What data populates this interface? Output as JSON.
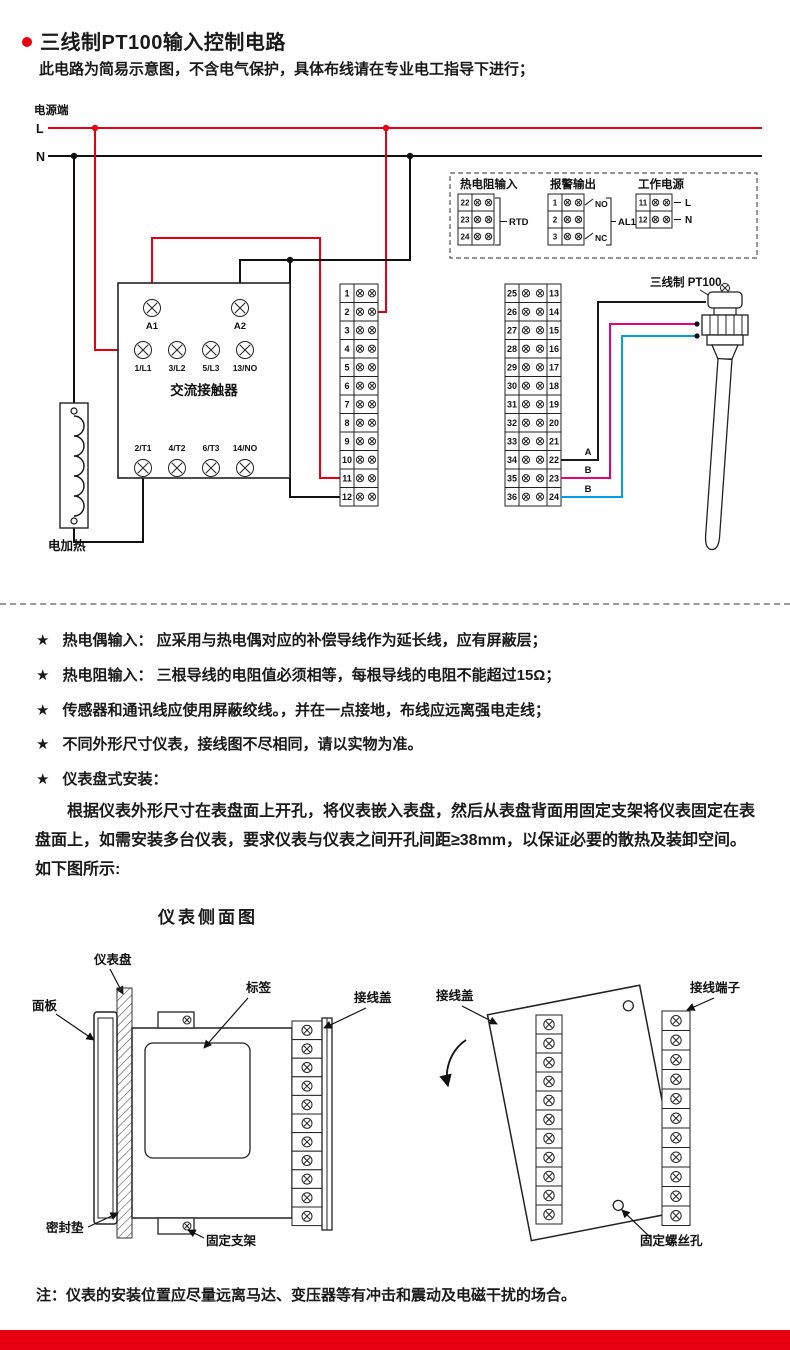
{
  "page": {
    "title": "三线制PT100输入控制电路",
    "subtitle": "此电路为简易示意图，不含电气保护，具体布线请在专业电工指导下进行；",
    "accent_color": "#e60012"
  },
  "circuit": {
    "power_label": "电源端",
    "line_l": "L",
    "line_n": "N",
    "contactor": {
      "title": "交流接触器",
      "coil_terminals": [
        "A1",
        "A2"
      ],
      "top_terminals": [
        "1/L1",
        "3/L2",
        "5/L3",
        "13/NO"
      ],
      "bottom_terminals": [
        "2/T1",
        "4/T2",
        "6/T3",
        "14/NO"
      ]
    },
    "heater_label": "电加热",
    "strip1": [
      "1",
      "2",
      "3",
      "4",
      "5",
      "6",
      "7",
      "8",
      "9",
      "10",
      "11",
      "12"
    ],
    "strip2_left": [
      "25",
      "26",
      "27",
      "28",
      "29",
      "30",
      "31",
      "32",
      "33",
      "34",
      "35",
      "36"
    ],
    "strip2_right": [
      "13",
      "14",
      "15",
      "16",
      "17",
      "18",
      "19",
      "20",
      "21",
      "22",
      "23",
      "24"
    ],
    "legend": {
      "rtd": {
        "title": "热电阻输入",
        "terminals": [
          "22",
          "23",
          "24"
        ],
        "label": "RTD"
      },
      "alarm": {
        "title": "报警输出",
        "terminals": [
          "1",
          "2",
          "3"
        ],
        "no": "NO",
        "nc": "NC",
        "label": "AL1"
      },
      "power": {
        "title": "工作电源",
        "terminals": [
          "11",
          "12"
        ],
        "l": "L",
        "n": "N"
      }
    },
    "sensor_label": "三线制  PT100",
    "wire_labels": [
      "A",
      "B",
      "B"
    ],
    "wire_colors": {
      "a": "#1a1a1a",
      "b1": "#e5007d",
      "b2": "#00a0e9"
    }
  },
  "notes": {
    "bullet": "★",
    "items": [
      "热电偶输入： 应采用与热电偶对应的补偿导线作为延长线，应有屏蔽层；",
      "热电阻输入： 三根导线的电阻值必须相等，每根导线的电阻不能超过15Ω；",
      "传感器和通讯线应使用屏蔽绞线。，并在一点接地，布线应远离强电走线；",
      "不同外形尺寸仪表，接线图不尽相同，请以实物为准。",
      "仪表盘式安装："
    ],
    "paragraph": "根据仪表外形尺寸在表盘面上开孔，将仪表嵌入表盘，然后从表盘背面用固定支架将仪表固定在表盘面上，如需安装多台仪表，要求仪表与仪表之间开孔间距≥38mm，以保证必要的散热及装卸空间。如下图所示:"
  },
  "side_view": {
    "title": "仪表侧面图",
    "labels": {
      "panel_board": "仪表盘",
      "front": "面板",
      "label_tag": "标签",
      "terminal_cover": "接线盖",
      "seal": "密封垫",
      "bracket": "固定支架",
      "terminal_cover2": "接线盖",
      "terminals": "接线端子",
      "screw_hole": "固定螺丝孔"
    }
  },
  "footer": {
    "note": "注：仪表的安装位置应尽量远离马达、变压器等有冲击和震动及电磁干扰的场合。"
  }
}
